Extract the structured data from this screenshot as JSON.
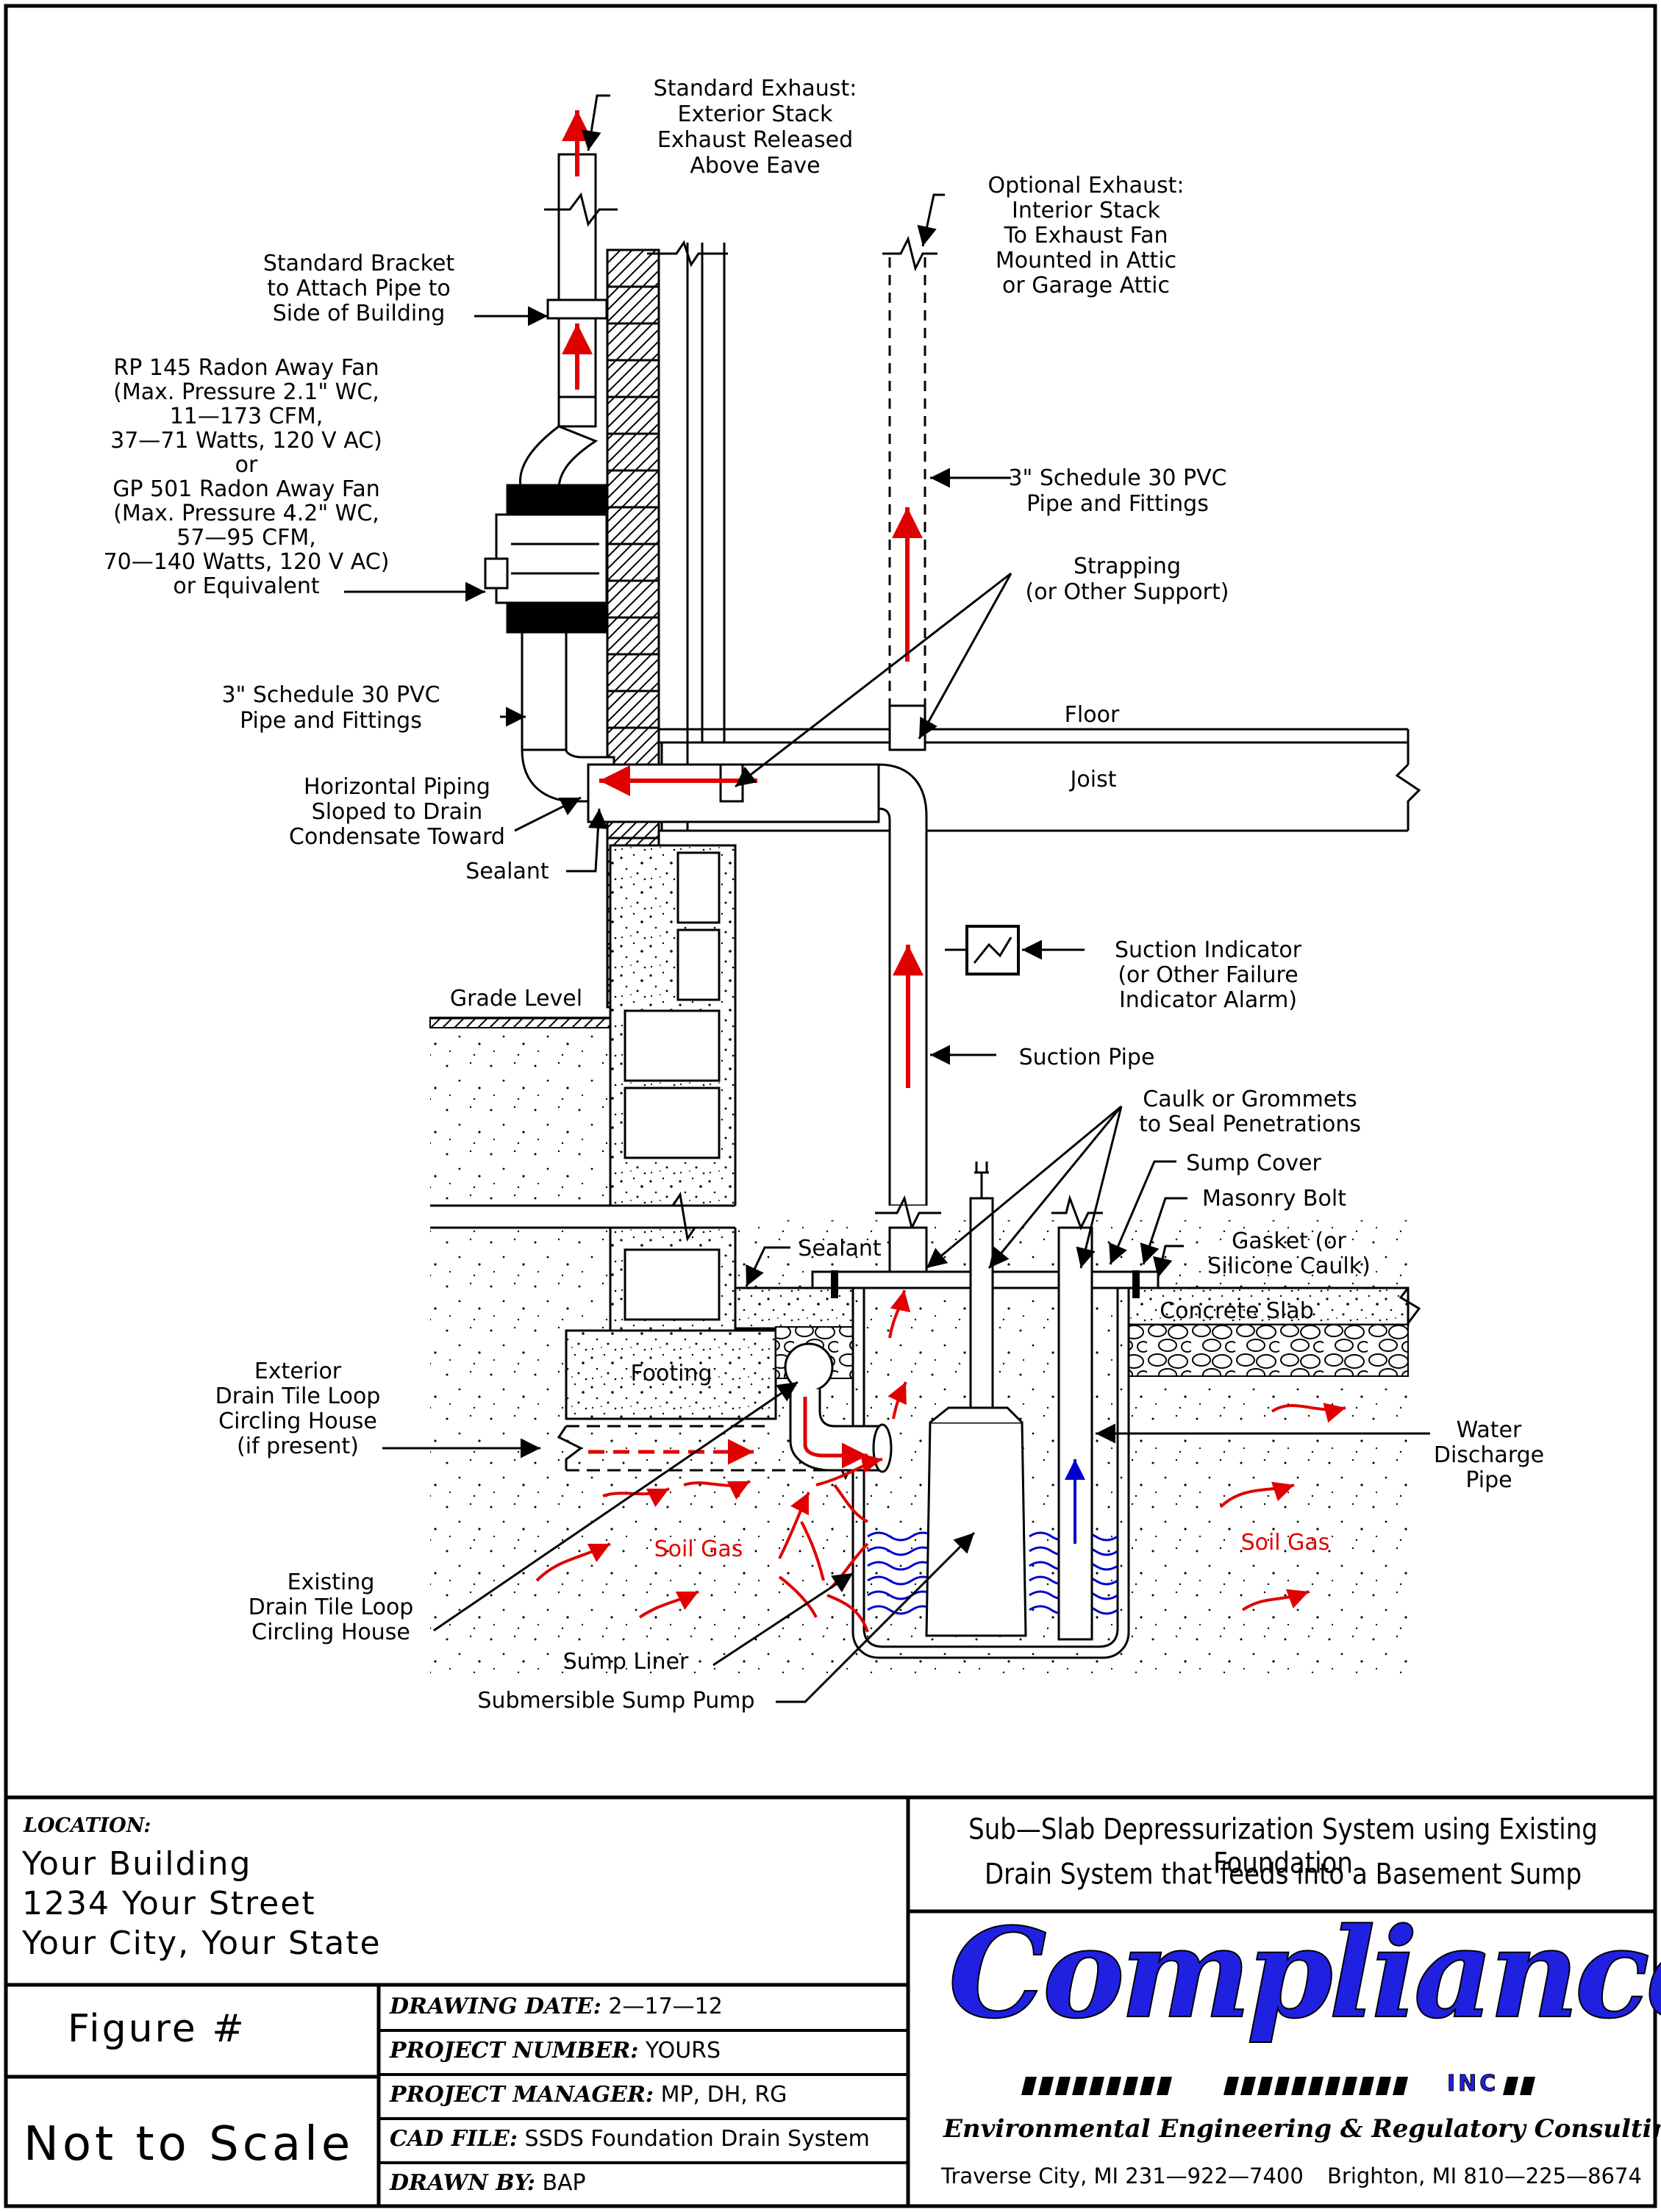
{
  "labels": {
    "standard_exhaust": [
      "Standard Exhaust:",
      "Exterior Stack",
      "Exhaust Released",
      "Above Eave"
    ],
    "optional_exhaust": [
      "Optional Exhaust:",
      "Interior Stack",
      "To Exhaust Fan",
      "Mounted in Attic",
      "or Garage Attic"
    ],
    "standard_bracket": [
      "Standard Bracket",
      "to Attach Pipe to",
      "Side of Building"
    ],
    "fan_spec": [
      "RP 145 Radon Away Fan",
      "(Max. Pressure 2.1\" WC,",
      "11—173 CFM,",
      "37—71 Watts, 120 V AC)",
      "or",
      "GP 501 Radon Away Fan",
      "(Max. Pressure 4.2\" WC,",
      "57—95 CFM,",
      "70—140 Watts, 120 V AC)",
      "or Equivalent"
    ],
    "pvc_right": [
      "3\" Schedule 30 PVC",
      "Pipe and Fittings"
    ],
    "pvc_left": [
      "3\" Schedule 30 PVC",
      "Pipe and Fittings"
    ],
    "strapping": [
      "Strapping",
      "(or Other Support)"
    ],
    "floor": "Floor",
    "joist": "Joist",
    "horizontal_piping": [
      "Horizontal Piping",
      "Sloped to Drain",
      "Condensate Toward"
    ],
    "sealant_upper": "Sealant",
    "suction_indicator": [
      "Suction Indicator",
      "(or Other Failure",
      "Indicator Alarm)"
    ],
    "grade_level": "Grade Level",
    "suction_pipe": "Suction Pipe",
    "caulk": [
      "Caulk or Grommets",
      "to Seal Penetrations"
    ],
    "sump_cover": "Sump Cover",
    "masonry_bolt": "Masonry Bolt",
    "sealant_lower": "Sealant",
    "gasket": [
      "Gasket (or",
      "Silicone Caulk)"
    ],
    "concrete_slab": "Concrete Slab",
    "footing": "Footing",
    "exterior_drain": [
      "Exterior",
      "Drain Tile Loop",
      "Circling House",
      "(if present)"
    ],
    "water_discharge": [
      "Water",
      "Discharge",
      "Pipe"
    ],
    "soil_gas_left": "Soil Gas",
    "soil_gas_right": "Soil Gas",
    "existing_drain": [
      "Existing",
      "Drain Tile Loop",
      "Circling House"
    ],
    "sump_liner": "Sump Liner",
    "sump_pump": "Submersible Sump Pump"
  },
  "title_block": {
    "location_heading": "LOCATION:",
    "location_lines": [
      "Your Building",
      "1234 Your Street",
      "Your City, Your State"
    ],
    "figure": "Figure #",
    "scale": "Not to Scale",
    "fields": [
      {
        "key": "DRAWING DATE:",
        "value": "2—17—12"
      },
      {
        "key": "PROJECT NUMBER:",
        "value": "YOURS"
      },
      {
        "key": "PROJECT MANAGER:",
        "value": "MP, DH, RG"
      },
      {
        "key": "CAD FILE:",
        "value": "SSDS Foundation Drain System"
      },
      {
        "key": "DRAWN BY:",
        "value": "BAP"
      }
    ],
    "title_lines": [
      "Sub—Slab Depressurization System using Existing Foundation",
      "Drain System that feeds into a Basement Sump"
    ],
    "logo_name": "Compliance",
    "logo_inc": "INC",
    "logo_tagline": "Environmental Engineering & Regulatory Consulting",
    "office_left": "Traverse City, MI 231—922—7400",
    "office_right": "Brighton, MI 810—225—8674"
  },
  "colors": {
    "flow_arrow": "#e00000",
    "water": "#0000cc",
    "logo": "#2020e0"
  }
}
